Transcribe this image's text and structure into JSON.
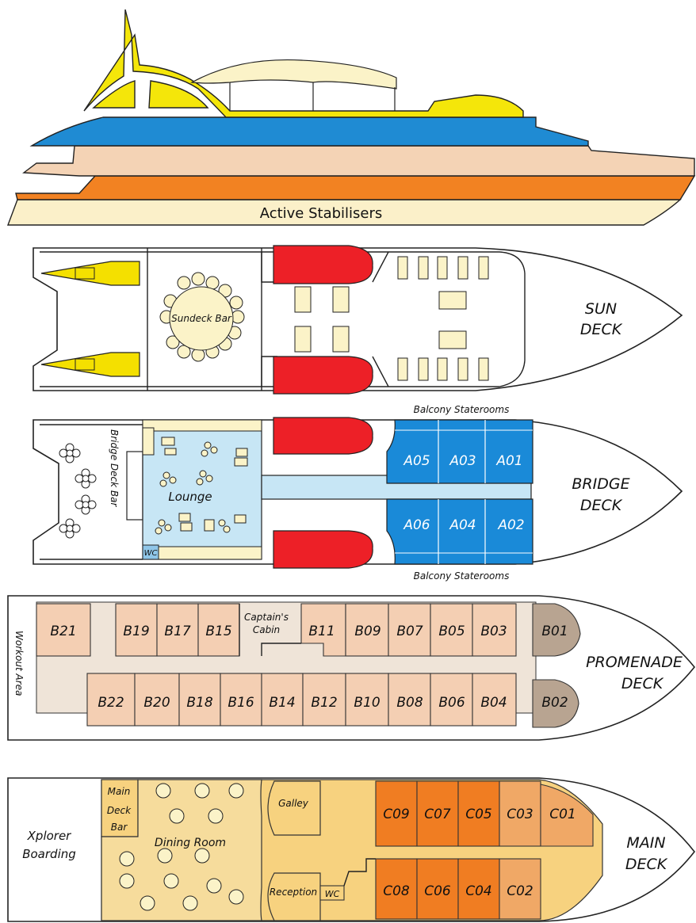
{
  "elevation": {
    "stabilisers_label": "Active Stabilisers",
    "colors": {
      "mast": "#f4e60a",
      "top": "#1f8bd3",
      "upper": "#f4d3b5",
      "mid": "#f28222",
      "base": "#fbf0c9"
    }
  },
  "sun_deck": {
    "title_line1": "SUN",
    "title_line2": "DECK",
    "bar_label": "Sundeck Bar"
  },
  "bridge_deck": {
    "title_line1": "BRIDGE",
    "title_line2": "DECK",
    "bar_label": "Bridge Deck Bar",
    "lounge_label": "Lounge",
    "wc_label": "WC",
    "balcony_top": "Balcony Staterooms",
    "balcony_bottom": "Balcony Staterooms",
    "cabins_top": [
      "A05",
      "A03",
      "A01"
    ],
    "cabins_bottom": [
      "A06",
      "A04",
      "A02"
    ],
    "color": "#1a8ad8"
  },
  "promenade_deck": {
    "title_line1": "PROMENADE",
    "title_line2": "DECK",
    "workout_label": "Workout Area",
    "captain_line1": "Captain's",
    "captain_line2": "Cabin",
    "cabins_top": [
      "B21",
      "B19",
      "B17",
      "B15",
      "B11",
      "B09",
      "B07",
      "B05",
      "B03",
      "B01"
    ],
    "cabins_bottom": [
      "B22",
      "B20",
      "B18",
      "B16",
      "B14",
      "B12",
      "B10",
      "B08",
      "B06",
      "B04",
      "B02"
    ]
  },
  "main_deck": {
    "title_line1": "MAIN",
    "title_line2": "DECK",
    "boarding_line1": "Xplorer",
    "boarding_line2": "Boarding",
    "bar_line1": "Main",
    "bar_line2": "Deck",
    "bar_line3": "Bar",
    "dining_label": "Dining Room",
    "galley_label": "Galley",
    "reception_label": "Reception",
    "wc_label": "WC",
    "cabins_top": [
      "C09",
      "C07",
      "C05",
      "C03",
      "C01"
    ],
    "cabins_bottom": [
      "C08",
      "C06",
      "C04",
      "C02"
    ]
  }
}
